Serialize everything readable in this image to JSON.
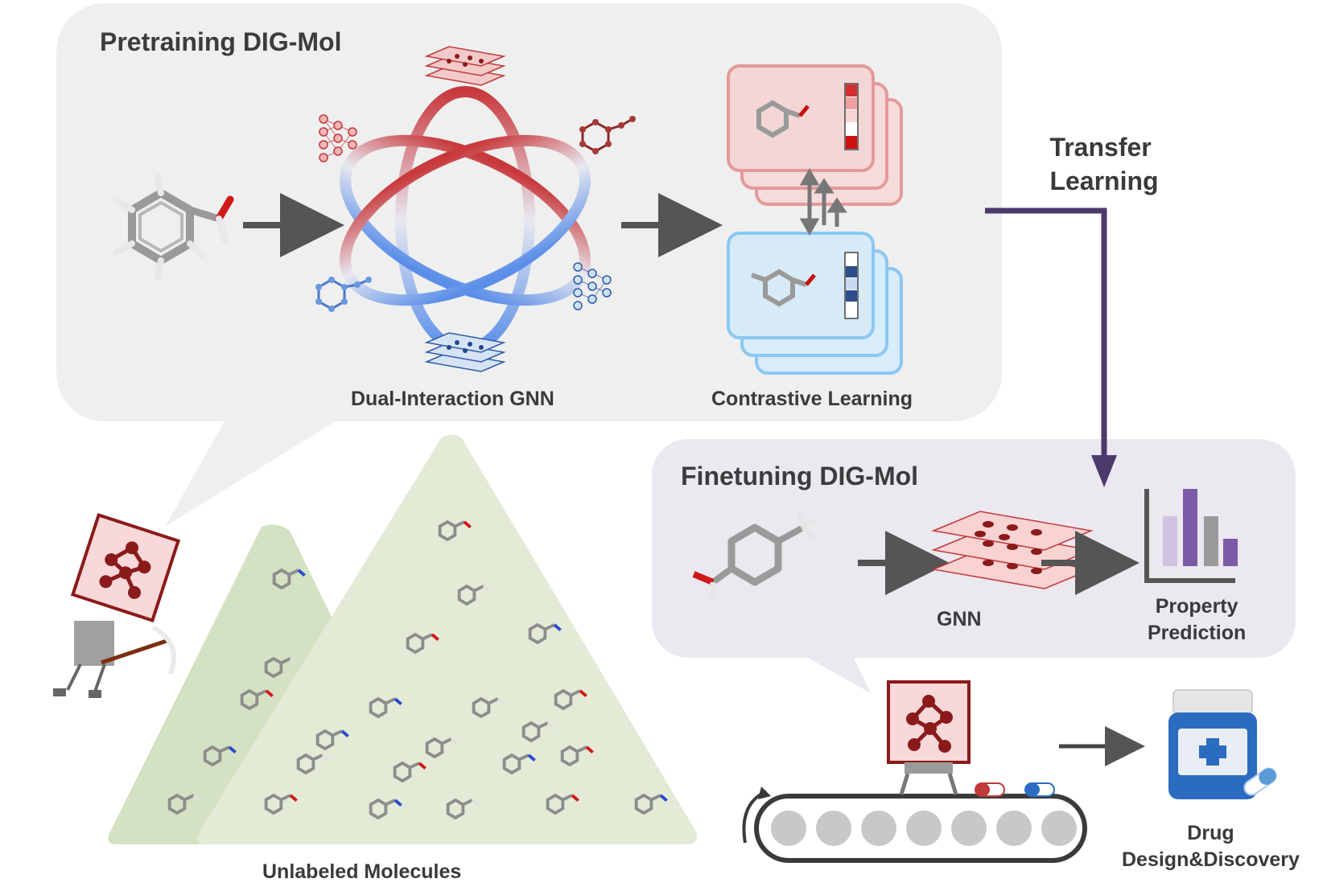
{
  "pretraining": {
    "title": "Pretraining DIG-Mol",
    "gnn_label": "Dual-Interaction GNN",
    "contrastive_label": "Contrastive Learning"
  },
  "transfer": {
    "line1": "Transfer",
    "line2": "Learning"
  },
  "finetuning": {
    "title": "Finetuning DIG-Mol",
    "gnn_label": "GNN",
    "property_line1": "Property",
    "property_line2": "Prediction"
  },
  "unlabeled_label": "Unlabeled Molecules",
  "drug": {
    "line1": "Drug",
    "line2": "Design&Discovery"
  },
  "colors": {
    "bubble_gray": "#efefef",
    "bubble_purple": "#ebe8f0",
    "red": "#c0393b",
    "dark_red": "#8b1a1a",
    "blue": "#4a78c8",
    "transfer_arrow": "#4b3a6b",
    "triangle_green": "#dde6cf",
    "bar_light": "#cfc3e0",
    "bar_purple": "#7b5aa6",
    "bar_gray": "#9a9a9a"
  }
}
